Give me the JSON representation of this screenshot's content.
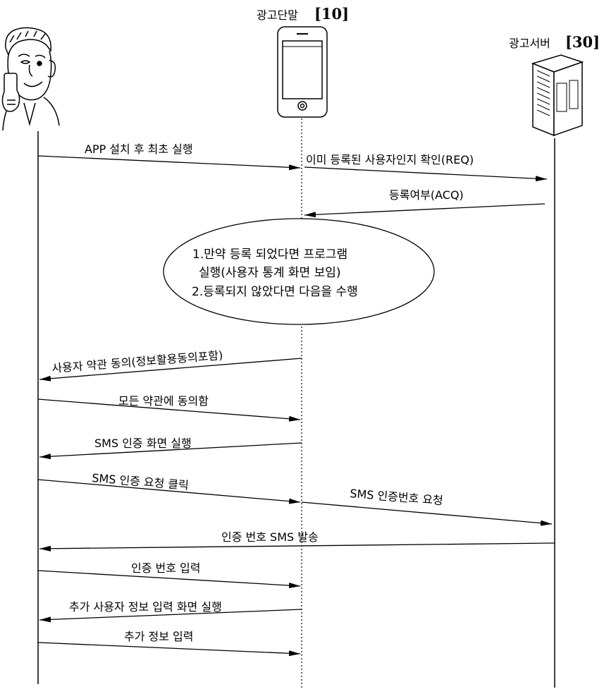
{
  "participants": {
    "terminal": {
      "name": "광고단말",
      "code": "[10]"
    },
    "server": {
      "name": "광고서버",
      "code": "[30]"
    }
  },
  "messages": [
    {
      "text": "APP 설치 후 최초 실행"
    },
    {
      "text": "이미 등록된 사용자인지 확인(REQ)"
    },
    {
      "text": "등록여부(ACQ)"
    },
    {
      "text": "사용자 약관 동의(정보활용동의포함)"
    },
    {
      "text": "모든 약관에 동의함"
    },
    {
      "text": "SMS 인증 화면 실행"
    },
    {
      "text": "SMS 인증 요청 클릭"
    },
    {
      "text": "SMS 인증번호 요청"
    },
    {
      "text": "인증 번호 SMS 발송"
    },
    {
      "text": "인증 번호 입력"
    },
    {
      "text": "추가 사용자 정보 입력 화면 실행"
    },
    {
      "text": "추가 정보 입력"
    }
  ],
  "note": {
    "line1": "1.만약 등록 되었다면 프로그램",
    "line2": "실행(사용자 통계 화면 보임)",
    "line3": "2.등록되지 않았다면 다음을 수행"
  }
}
